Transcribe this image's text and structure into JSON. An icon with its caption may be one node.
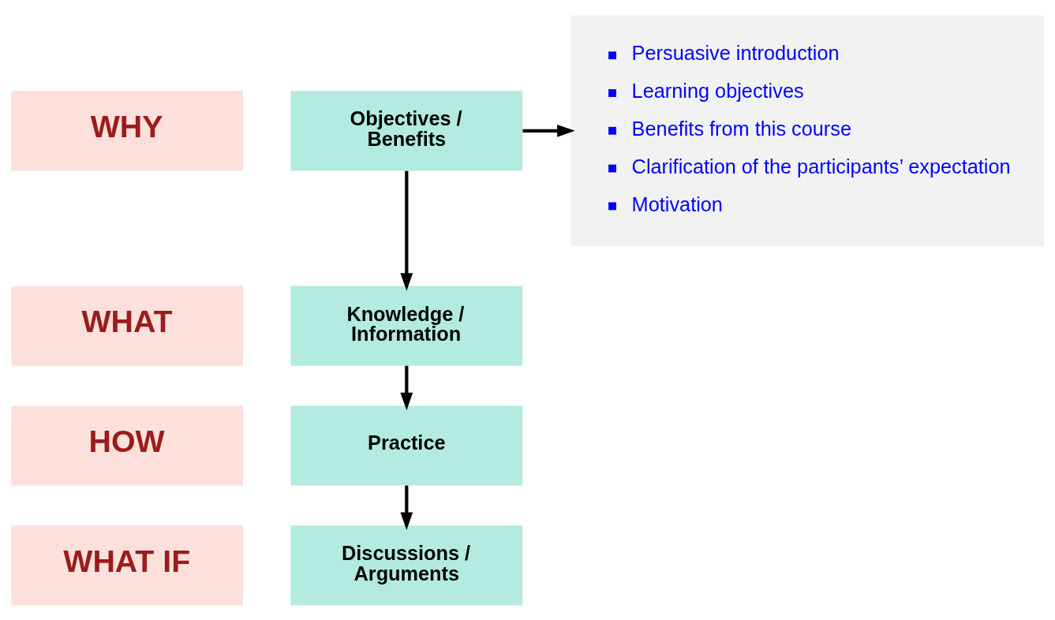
{
  "diagram": {
    "nodes": [
      {
        "text": [
          "WHY"
        ]
      },
      {
        "text": [
          "Objectives / Benefits"
        ]
      },
      {
        "text": [
          "Persuasive introduction",
          "Learning objectives",
          "Benefits from this course",
          "Clarification of the participants’ expectation",
          "Motivation"
        ]
      },
      {
        "text": [
          "WHAT"
        ]
      },
      {
        "text": [
          "Knowledge / Information"
        ]
      },
      {
        "text": [
          "HOW"
        ]
      },
      {
        "text": [
          "Practice"
        ]
      },
      {
        "text": [
          "WHAT IF"
        ]
      },
      {
        "text": [
          "Discussions / Arguments"
        ]
      }
    ],
    "edges": [
      {
        "from": 1,
        "to": 2,
        "arrow": "to"
      },
      {
        "from": 1,
        "to": 4,
        "arrow": "to"
      },
      {
        "from": 4,
        "to": 6,
        "arrow": "to"
      },
      {
        "from": 6,
        "to": 8,
        "arrow": "to"
      }
    ]
  }
}
